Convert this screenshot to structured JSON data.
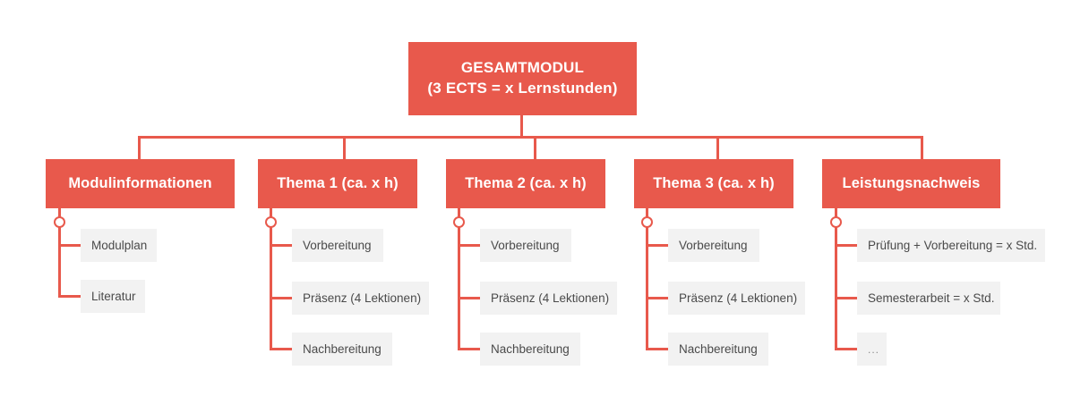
{
  "diagram": {
    "type": "organizational-tree",
    "title_node": {
      "line1": "GESAMTMODUL",
      "line2": "(3 ECTS = x Lernstunden)"
    },
    "accent_color": "#E8594C",
    "leaf_bg_color": "#F2F2F2",
    "leaf_text_color": "#4A4A4A",
    "branches": [
      {
        "label": "Modulinformationen",
        "leaves": [
          {
            "label": "Modulplan"
          },
          {
            "label": "Literatur"
          }
        ]
      },
      {
        "label": "Thema 1 (ca. x h)",
        "leaves": [
          {
            "label": "Vorbereitung"
          },
          {
            "label": "Präsenz (4 Lektionen)"
          },
          {
            "label": "Nachbereitung"
          }
        ]
      },
      {
        "label": "Thema 2 (ca. x h)",
        "leaves": [
          {
            "label": "Vorbereitung"
          },
          {
            "label": "Präsenz (4 Lektionen)"
          },
          {
            "label": "Nachbereitung"
          }
        ]
      },
      {
        "label": "Thema 3 (ca. x h)",
        "leaves": [
          {
            "label": "Vorbereitung"
          },
          {
            "label": "Präsenz (4 Lektionen)"
          },
          {
            "label": "Nachbereitung"
          }
        ]
      },
      {
        "label": "Leistungsnachweis",
        "leaves": [
          {
            "label": "Prüfung + Vorbereitung = x Std."
          },
          {
            "label": "Semesterarbeit = x Std."
          },
          {
            "label": "..."
          }
        ]
      }
    ]
  }
}
